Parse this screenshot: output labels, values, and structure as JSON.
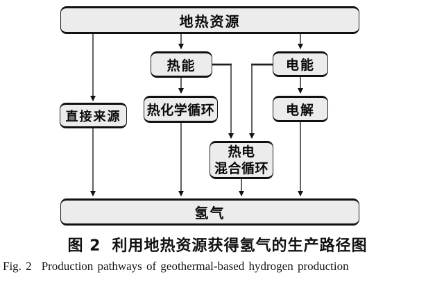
{
  "figure": {
    "nodes": {
      "geothermal": "地热资源",
      "thermal": "热能",
      "electric": "电能",
      "direct": "直接来源",
      "thermochemical": "热化学循环",
      "electrolysis": "电解",
      "hybrid_line1": "热电",
      "hybrid_line2": "混合循环",
      "hydrogen": "氢气"
    },
    "edges": [
      {
        "from": "地热资源",
        "to": "直接来源"
      },
      {
        "from": "地热资源",
        "to": "热能"
      },
      {
        "from": "地热资源",
        "to": "电能"
      },
      {
        "from": "热能",
        "to": "热化学循环"
      },
      {
        "from": "热能",
        "to": "热电混合循环"
      },
      {
        "from": "电能",
        "to": "热电混合循环"
      },
      {
        "from": "电能",
        "to": "电解"
      },
      {
        "from": "直接来源",
        "to": "氢气"
      },
      {
        "from": "热化学循环",
        "to": "氢气"
      },
      {
        "from": "热电混合循环",
        "to": "氢气"
      },
      {
        "from": "电解",
        "to": "氢气"
      }
    ],
    "caption_cn_label": "图 2",
    "caption_cn_text": "利用地热资源获得氢气的生产路径图",
    "caption_en_label": "Fig. 2",
    "caption_en_text": "Production pathways of geothermal-based hydrogen production",
    "colors": {
      "box_fill": "#ececec",
      "box_border": "#1c1c1c",
      "arrow_line": "#3a3a3a",
      "arrow_head": "#111111",
      "background": "#ffffff"
    }
  }
}
